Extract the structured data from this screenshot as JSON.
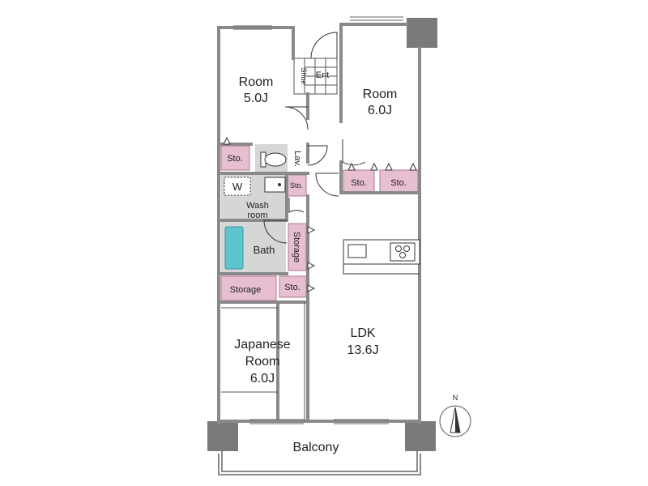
{
  "colors": {
    "wall": "#8a8a8a",
    "pillar": "#7a7a7a",
    "storage": "#e7bfd1",
    "storage_border": "#b07a92",
    "wet_area": "#d6d6d6",
    "bathtub": "#5fc4cc",
    "floor": "#ffffff"
  },
  "rooms": {
    "room_a": {
      "name": "Room",
      "size": "5.0J"
    },
    "room_b": {
      "name": "Room",
      "size": "6.0J"
    },
    "japanese": {
      "line1": "Japanese",
      "line2": "Room",
      "size": "6.0J"
    },
    "ldk": {
      "name": "LDK",
      "size": "13.6J"
    },
    "balcony": {
      "name": "Balcony"
    }
  },
  "labels": {
    "entrance": "Ent",
    "shoe": "Shoe",
    "lavatory": "Lav.",
    "washer": "W",
    "wash_room_1": "Wash",
    "wash_room_2": "room",
    "bath": "Bath",
    "storage_vertical": "Storage",
    "storage_horizontal": "Storage",
    "sto_room_a": "Sto.",
    "sto_wash": "Sto.",
    "sto_room_b_1": "Sto.",
    "sto_room_b_2": "Sto.",
    "sto_ldk": "Sto."
  },
  "compass": {
    "label": "N"
  }
}
